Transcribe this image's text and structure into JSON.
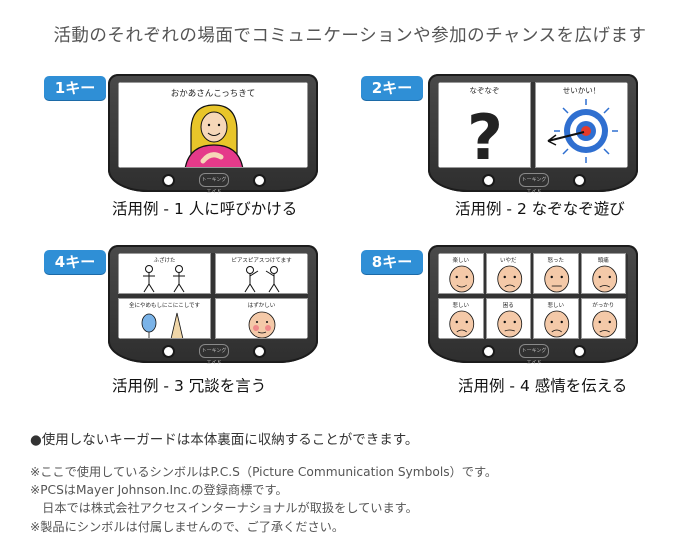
{
  "title": "活動のそれぞれの場面でコミュニケーションや参加のチャンスを広げます",
  "panels": [
    {
      "badge": "1キー",
      "caption": "活用例 - 1 人に呼びかける",
      "cells": [
        "おかあさんこっちきて"
      ]
    },
    {
      "badge": "2キー",
      "caption": "活用例 - 2 なぞなぞ遊び",
      "cells": [
        "なぞなぞ",
        "せいかい！"
      ]
    },
    {
      "badge": "4キー",
      "caption": "活用例 - 3 冗談を言う",
      "cells": [
        "ふざけた",
        "ピアスピアスつけてます",
        "全にやめもしにこにこしです",
        "はずかしい"
      ]
    },
    {
      "badge": "8キー",
      "caption": "活用例 - 4 感情を伝える",
      "cells": [
        "楽しい",
        "いやだ",
        "怒った",
        "頭痛",
        "悲しい",
        "困る",
        "悲しい",
        "がっかり"
      ]
    }
  ],
  "logo_text": "トーキングエイド",
  "notes": {
    "main": "●使用しないキーガードは本体裏面に収納することができます。",
    "line1": "※ここで使用しているシンボルはP.C.S（Picture Communication Symbols）です。",
    "line2": "※PCSはMayer Johnson.Inc.の登録商標です。",
    "line3": "　日本では株式会社アクセスインターナショナルが取扱をしています。",
    "line4": "※製品にシンボルは付属しませんので、ご了承ください。"
  }
}
